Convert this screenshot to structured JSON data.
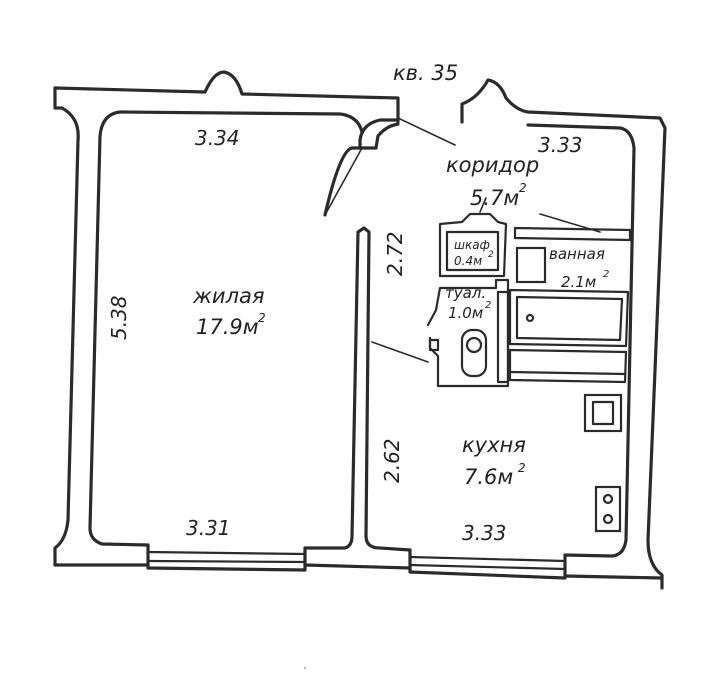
{
  "apartment_label": "кв. 35",
  "rooms": {
    "living": {
      "name": "жилая",
      "area": "17.9м"
    },
    "corridor": {
      "name": "коридор",
      "area": "5.7м"
    },
    "closet": {
      "name": "шкаф",
      "area": "0.4м"
    },
    "bathroom": {
      "name": "ванная",
      "area": "2.1м"
    },
    "toilet": {
      "name": "туал.",
      "area": "1.0м"
    },
    "kitchen": {
      "name": "кухня",
      "area": "7.6м"
    }
  },
  "area_superscript": "2",
  "dimensions": {
    "living_top": "3.34",
    "living_left": "5.38",
    "living_bottom": "3.31",
    "corridor_top": "3.33",
    "partition_upper": "2.72",
    "partition_lower": "2.62",
    "kitchen_bottom": "3.33"
  }
}
